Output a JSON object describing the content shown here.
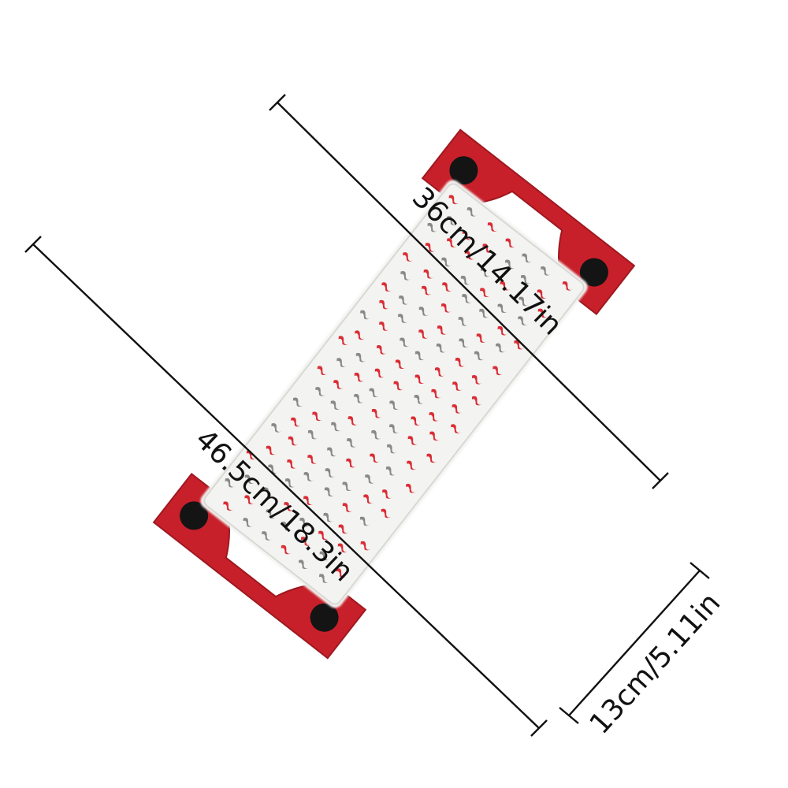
{
  "colors": {
    "frame": "#c8202a",
    "frame_dark": "#9e1820",
    "button": "#141414",
    "pad": "#f3f3f1",
    "fiber_red": "#d8222a",
    "fiber_grey": "#6e6e6e",
    "line": "#111111"
  },
  "dimensions": {
    "length_label": "36cm/14.17in",
    "total_length_label": "46.5cm/18.3in",
    "width_label": "13cm/5.11in"
  }
}
